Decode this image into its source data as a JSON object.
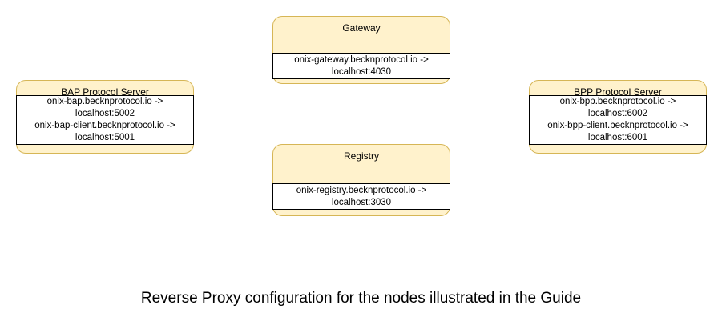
{
  "diagram": {
    "caption": "Reverse Proxy configuration for the nodes illustrated in the Guide",
    "colors": {
      "node_fill": "#fff2cc",
      "node_border": "#d6b656",
      "body_border": "#000000",
      "body_fill": "#ffffff",
      "text": "#000000",
      "background": "#ffffff"
    },
    "nodes": {
      "gateway": {
        "title": "Gateway",
        "mappings": [
          {
            "line1": "onix-gateway.becknprotocol.io ->",
            "line2": "localhost:4030"
          }
        ]
      },
      "registry": {
        "title": "Registry",
        "mappings": [
          {
            "line1": "onix-registry.becknprotocol.io ->",
            "line2": "localhost:3030"
          }
        ]
      },
      "bap": {
        "title": "BAP Protocol Server",
        "mappings": [
          {
            "line1": "onix-bap.becknprotocol.io ->",
            "line2": "localhost:5002"
          },
          {
            "line1": "onix-bap-client.becknprotocol.io ->",
            "line2": "localhost:5001"
          }
        ]
      },
      "bpp": {
        "title": "BPP Protocol Server",
        "mappings": [
          {
            "line1": "onix-bpp.becknprotocol.io ->",
            "line2": "localhost:6002"
          },
          {
            "line1": "onix-bpp-client.becknprotocol.io ->",
            "line2": "localhost:6001"
          }
        ]
      }
    }
  }
}
